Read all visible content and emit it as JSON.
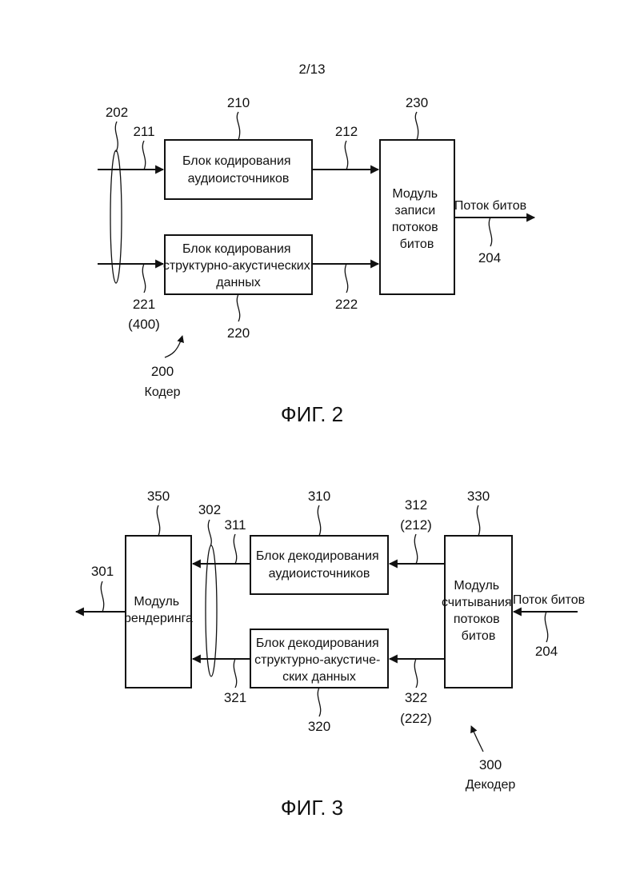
{
  "page_number": "2/13",
  "fig2": {
    "caption": "ФИГ. 2",
    "audio_encoder": {
      "lines": [
        "Блок кодирования",
        "аудиоисточников"
      ],
      "ref": "210"
    },
    "sad_encoder": {
      "lines": [
        "Блок кодирования",
        "структурно-акустических",
        "данных"
      ],
      "ref": "220"
    },
    "bitstream_writer": {
      "lines": [
        "Модуль",
        "записи",
        "потоков",
        "битов"
      ],
      "ref": "230"
    },
    "input_group_ref": "202",
    "input_top_ref": "211",
    "input_bottom_ref": "221",
    "input_bottom_ref_alt": "(400)",
    "wire_top_ref": "212",
    "wire_bottom_ref": "222",
    "output_label": "Поток битов",
    "output_ref": "204",
    "system_ref": "200",
    "system_name": "Кодер"
  },
  "fig3": {
    "caption": "ФИГ. 3",
    "renderer": {
      "lines": [
        "Модуль",
        "рендеринга"
      ],
      "ref": "350"
    },
    "audio_decoder": {
      "lines": [
        "Блок декодирования",
        "аудиоисточников"
      ],
      "ref": "310"
    },
    "sad_decoder": {
      "lines": [
        "Блок декодирования",
        "структурно-акустиче-",
        "ских данных"
      ],
      "ref": "320"
    },
    "bitstream_reader": {
      "lines": [
        "Модуль",
        "считывания",
        "потоков",
        "битов"
      ],
      "ref": "330"
    },
    "output_ref": "301",
    "group_ref": "302",
    "wire_top_left_ref": "311",
    "wire_bottom_left_ref": "321",
    "wire_top_right_ref": "312",
    "wire_top_right_ref_alt": "(212)",
    "wire_bottom_right_ref": "322",
    "wire_bottom_right_ref_alt": "(222)",
    "input_label": "Поток битов",
    "input_ref": "204",
    "system_ref": "300",
    "system_name": "Декодер"
  }
}
